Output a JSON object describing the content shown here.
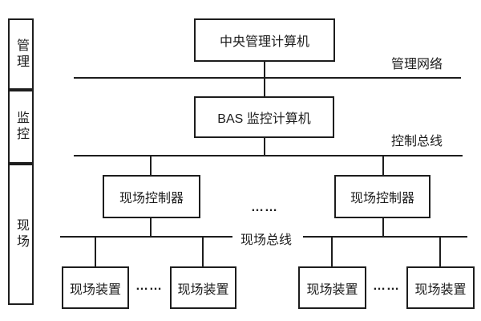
{
  "colors": {
    "background": "#ffffff",
    "line": "#1d1d1d",
    "text": "#1d1d1d"
  },
  "sidebar": {
    "levels": [
      {
        "label": "管理"
      },
      {
        "label": "监控"
      },
      {
        "label": "现场"
      }
    ]
  },
  "diagram": {
    "central_computer_label": "中央管理计算机",
    "bas_computer_label": "BAS 监控计算机",
    "management_network_label": "管理网络",
    "control_bus_label": "控制总线",
    "field_bus_label": "现场总线",
    "field_controller_label": "现场控制器",
    "field_device_label": "现场装置",
    "ellipsis": "……"
  }
}
